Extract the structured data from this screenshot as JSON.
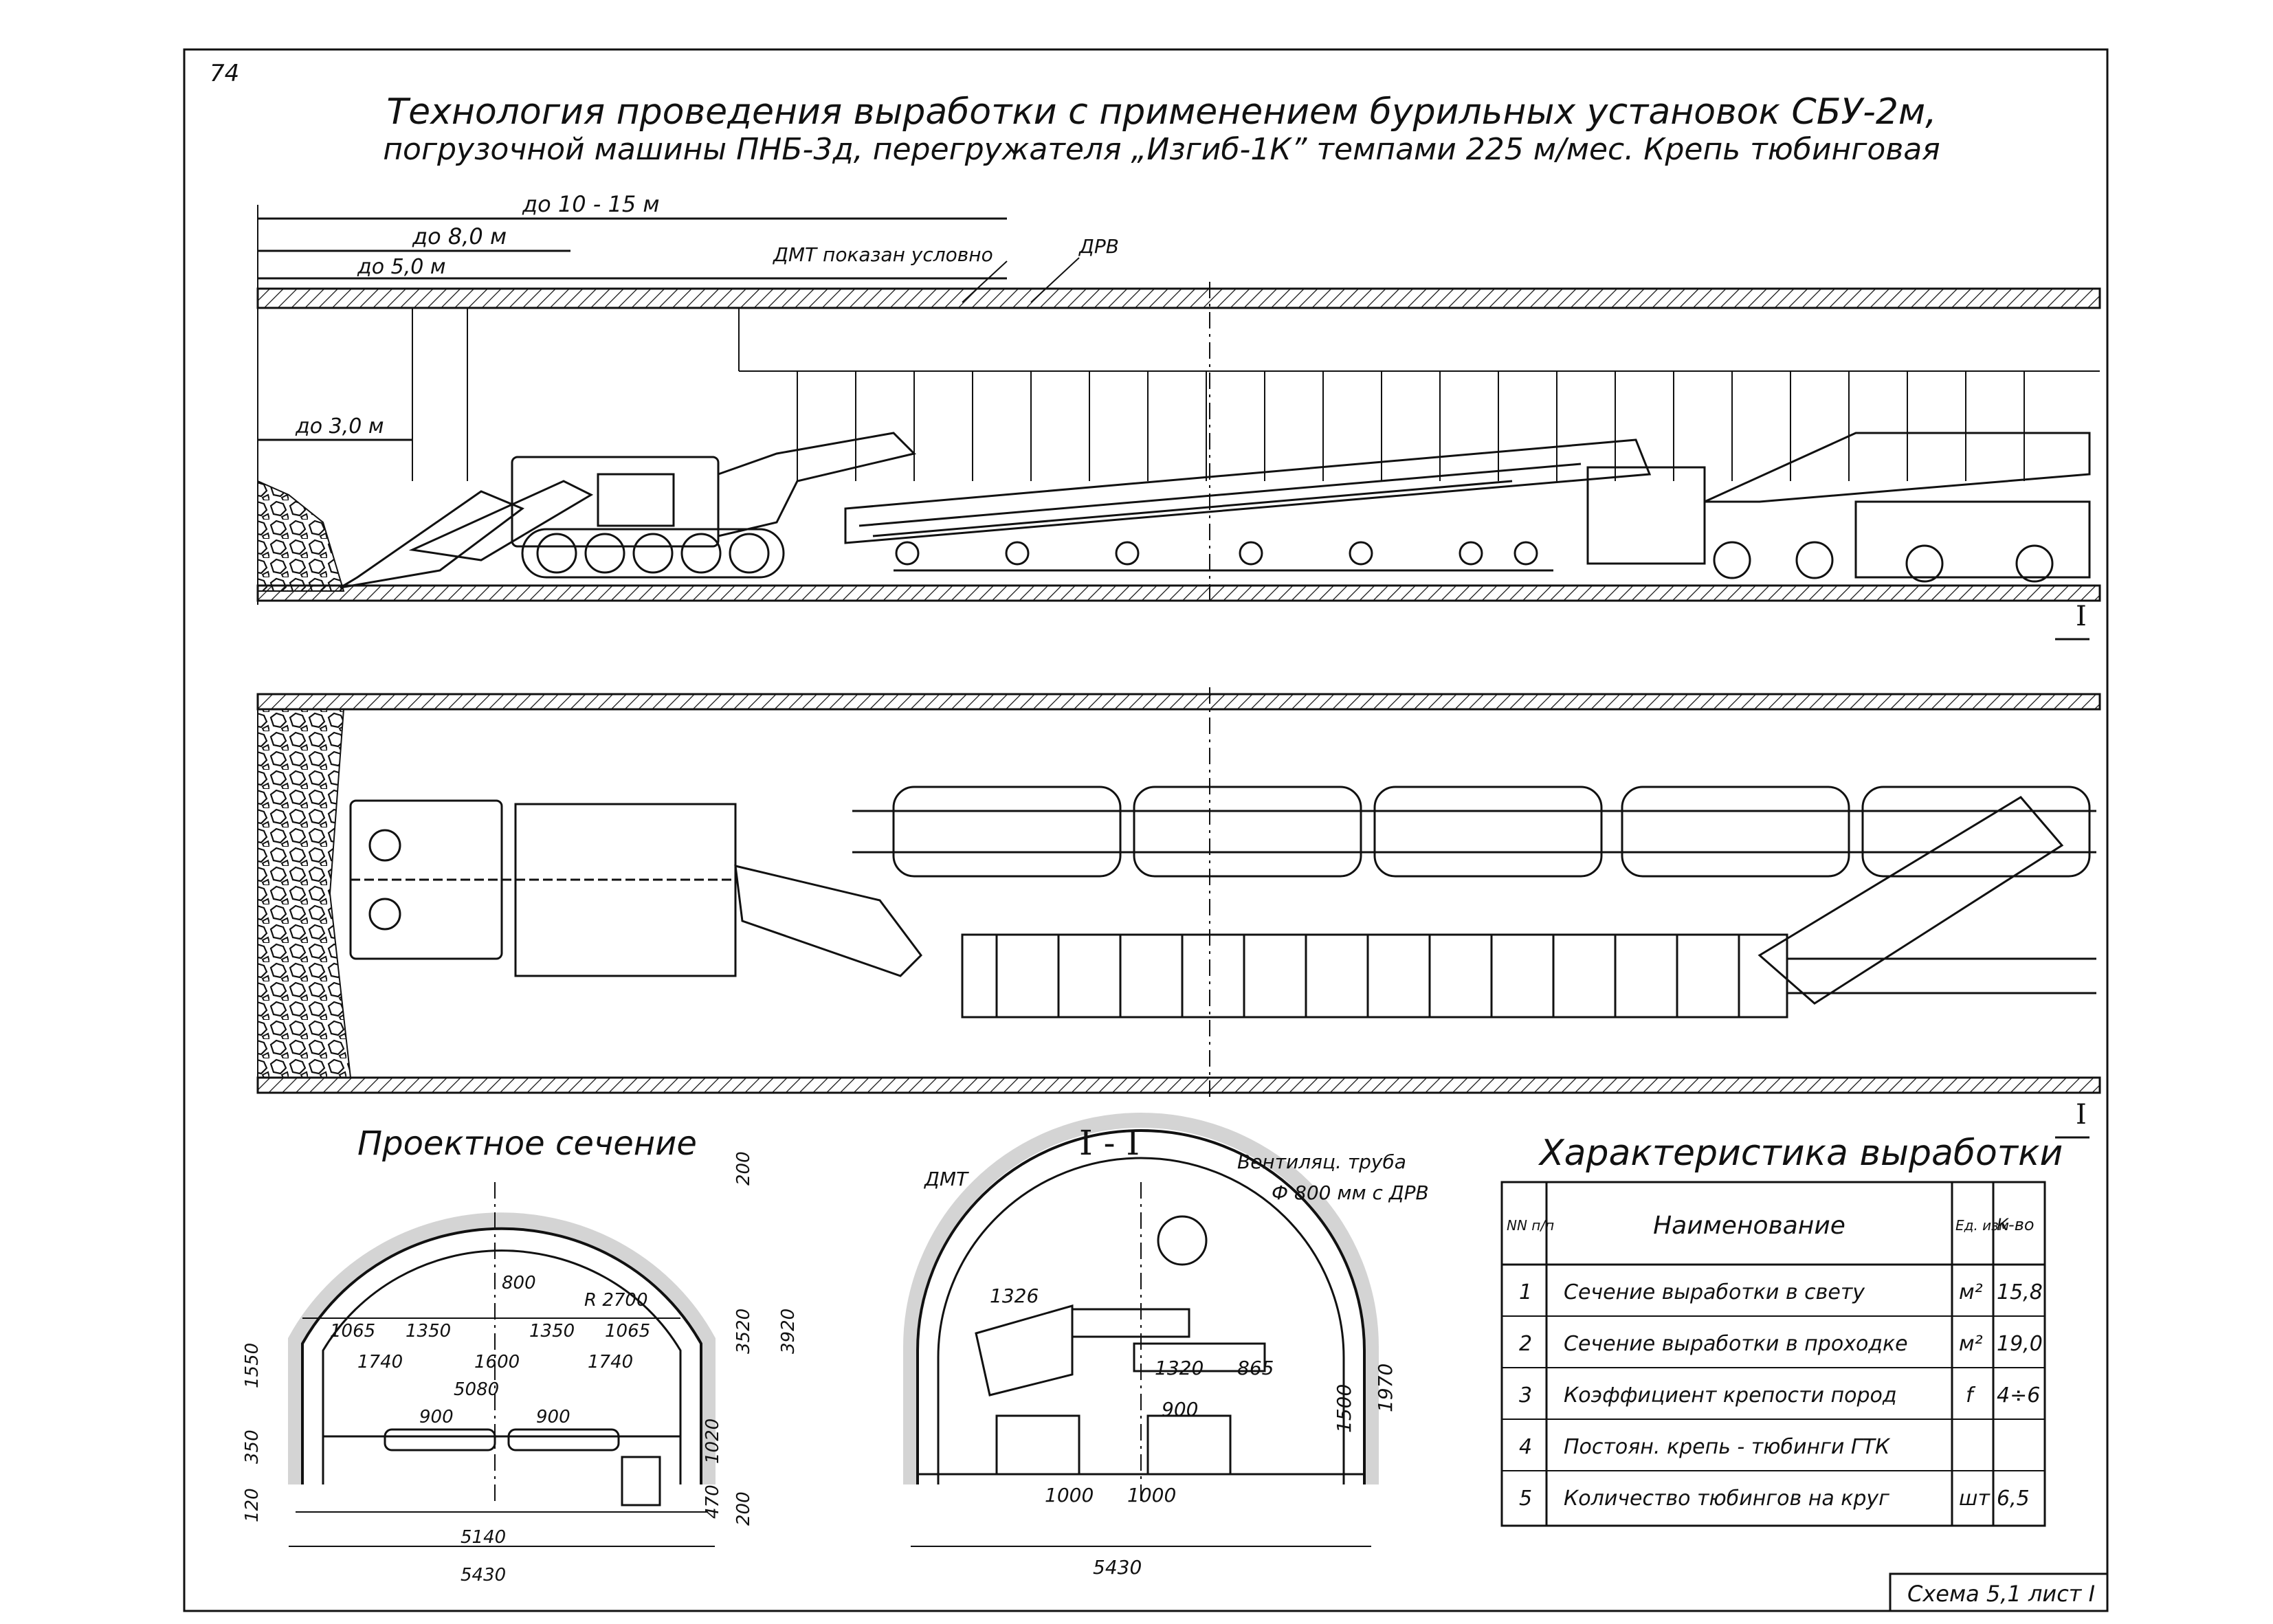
{
  "page_number": "74",
  "title": {
    "line1": "Технология проведения выработки с применением бурильных установок СБУ-2м,",
    "line2": "погрузочной машины ПНБ-3д, перегружателя „Изгиб-1К” темпами 225 м/мес. Крепь тюбинговая"
  },
  "dims_top": {
    "d1": "до 10 - 15 м",
    "d2": "до 8,0 м",
    "d3": "до 5,0 м",
    "d4": "до 3,0 м",
    "dmt_note": "ДМТ показан условно",
    "drv": "ДРВ"
  },
  "section_marker": "I",
  "design_section": {
    "title": "Проектное сечение",
    "dims": {
      "a": "800",
      "b": "R 2700",
      "c1": "1065",
      "c2": "1350",
      "c3": "1350",
      "c4": "1065",
      "d1": "1740",
      "d2": "1600",
      "d3": "1740",
      "e": "5080",
      "f1": "900",
      "f2": "900",
      "g": "5140",
      "h": "5430",
      "v1": "1550",
      "v2": "350",
      "v3": "120",
      "r1": "200",
      "r2": "3520",
      "r3": "3920",
      "r4": "1020",
      "r5": "470",
      "r6": "200"
    }
  },
  "section_1_1": {
    "title": "I - I",
    "dmt": "ДМТ",
    "vent1": "Вентиляц. труба",
    "vent2": "Ф 800 мм с ДРВ",
    "dims": {
      "a": "1326",
      "b": "1320",
      "c": "865",
      "d": "900",
      "e": "1500",
      "f": "1970",
      "g1": "1000",
      "g2": "1000",
      "h": "5430"
    }
  },
  "characteristics": {
    "title": "Характеристика выработки",
    "headers": [
      "NN п/п",
      "Наименование",
      "Ед. изм",
      "К-во"
    ],
    "rows": [
      [
        "1",
        "Сечение выработки в свету",
        "м²",
        "15,8"
      ],
      [
        "2",
        "Сечение выработки в проходке",
        "м²",
        "19,0"
      ],
      [
        "3",
        "Коэффициент крепости пород",
        "f",
        "4÷6"
      ],
      [
        "4",
        "Постоян. крепь - тюбинги ГТК",
        "",
        ""
      ],
      [
        "5",
        "Количество тюбингов на круг",
        "шт",
        "6,5"
      ]
    ]
  },
  "stamp": "Схема 5,1 лист I",
  "colors": {
    "ink": "#111111",
    "paper": "#ffffff"
  }
}
